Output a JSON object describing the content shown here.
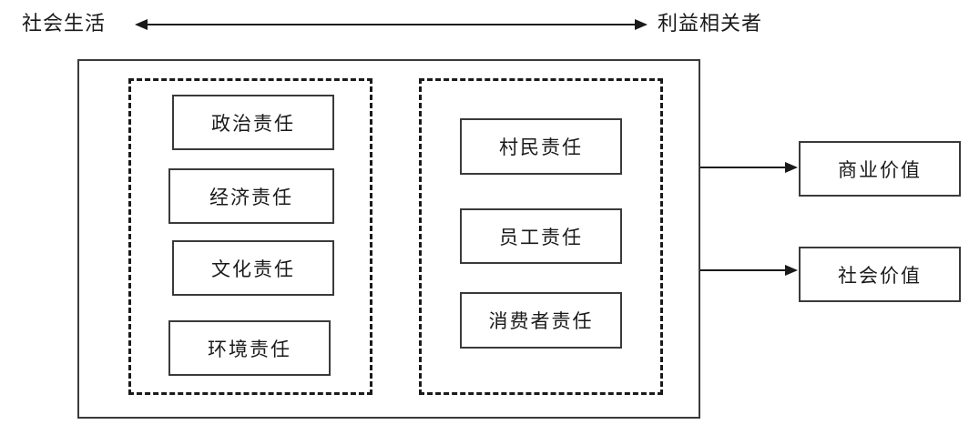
{
  "header": {
    "left_label": "社会生活",
    "right_label": "利益相关者"
  },
  "left_group": {
    "items": [
      "政治责任",
      "经济责任",
      "文化责任",
      "环境责任"
    ]
  },
  "right_group": {
    "items": [
      "村民责任",
      "员工责任",
      "消费者责任"
    ]
  },
  "outputs": [
    "商业价值",
    "社会价值"
  ]
}
